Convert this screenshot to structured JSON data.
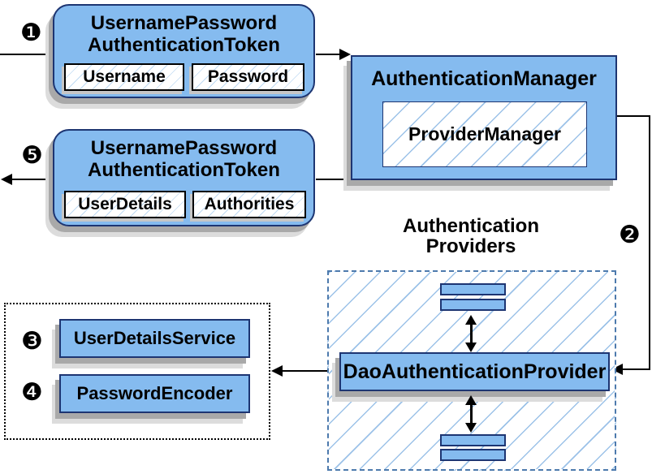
{
  "badges": {
    "step1": "❶",
    "step2": "❷",
    "step3": "❸",
    "step4": "❹",
    "step5": "❺"
  },
  "request_token": {
    "title_line1": "UsernamePassword",
    "title_line2": "AuthenticationToken",
    "fields": [
      "Username",
      "Password"
    ]
  },
  "authentication_manager": {
    "title": "AuthenticationManager",
    "provider": "ProviderManager"
  },
  "response_token": {
    "title_line1": "UsernamePassword",
    "title_line2": "AuthenticationToken",
    "fields": [
      "UserDetails",
      "Authorities"
    ]
  },
  "providers_group": {
    "label_line1": "Authentication",
    "label_line2": "Providers",
    "main_provider": "DaoAuthenticationProvider"
  },
  "collaborators": {
    "items": [
      "UserDetailsService",
      "PasswordEncoder"
    ]
  },
  "colors": {
    "box_fill": "#85bbef",
    "box_border": "#1d3572",
    "hatch_line": "#9cc2e8",
    "dashed_border": "#4d7aad",
    "shadow": "#a9a9a9"
  }
}
